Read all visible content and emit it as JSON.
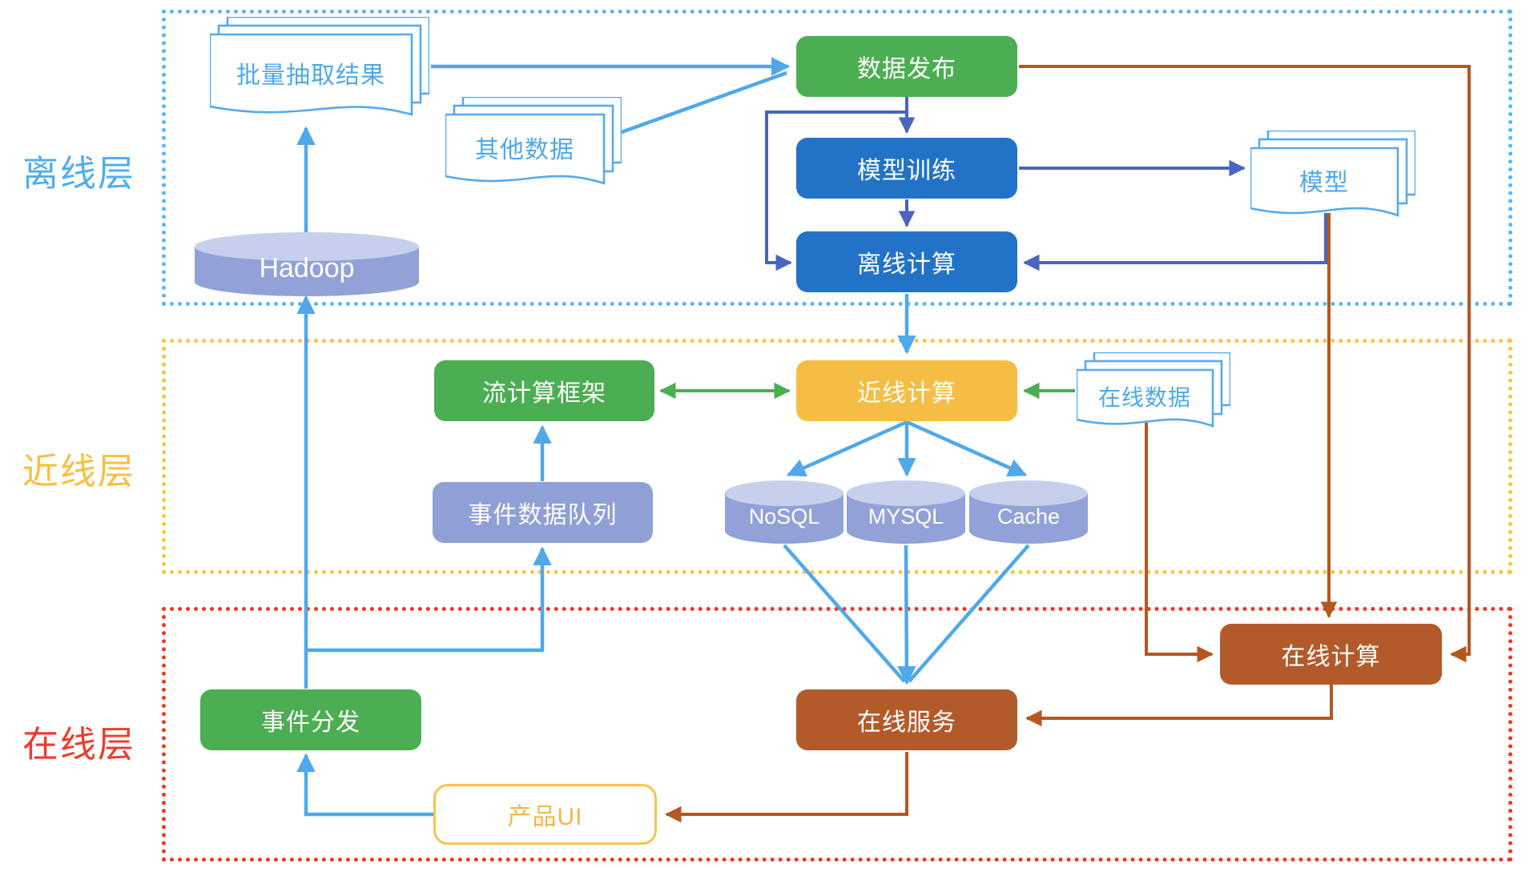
{
  "layers": {
    "offline": {
      "label": "离线层",
      "color": "#4FADEF"
    },
    "nearline": {
      "label": "近线层",
      "color": "#F9BE3F"
    },
    "online": {
      "label": "在线层",
      "color": "#EE3B2B"
    }
  },
  "nodes": {
    "batch_extract_result": "批量抽取结果",
    "other_data": "其他数据",
    "data_publish": "数据发布",
    "model_training": "模型训练",
    "offline_compute": "离线计算",
    "model": "模型",
    "hadoop": "Hadoop",
    "stream_framework": "流计算框架",
    "nearline_compute": "近线计算",
    "online_data": "在线数据",
    "event_queue": "事件数据队列",
    "nosql": "NoSQL",
    "mysql": "MYSQL",
    "cache": "Cache",
    "online_compute": "在线计算",
    "event_dispatch": "事件分发",
    "online_service": "在线服务",
    "product_ui": "产品UI"
  },
  "edges": [
    {
      "from": "Hadoop",
      "to": "批量抽取结果",
      "color": "light_blue"
    },
    {
      "from": "批量抽取结果",
      "to": "数据发布",
      "color": "light_blue"
    },
    {
      "from": "其他数据",
      "to": "数据发布",
      "color": "light_blue"
    },
    {
      "from": "数据发布",
      "to": "模型训练",
      "color": "dark_blue"
    },
    {
      "from": "数据发布",
      "to": "离线计算",
      "color": "dark_blue"
    },
    {
      "from": "模型训练",
      "to": "离线计算",
      "color": "dark_blue"
    },
    {
      "from": "模型训练",
      "to": "模型",
      "color": "dark_blue"
    },
    {
      "from": "模型",
      "to": "离线计算",
      "color": "dark_blue"
    },
    {
      "from": "离线计算",
      "to": "近线计算",
      "color": "light_blue"
    },
    {
      "from": "流计算框架",
      "to": "近线计算",
      "color": "green",
      "bidirectional": true
    },
    {
      "from": "在线数据",
      "to": "近线计算",
      "color": "green"
    },
    {
      "from": "近线计算",
      "to": "NoSQL",
      "color": "light_blue"
    },
    {
      "from": "近线计算",
      "to": "MYSQL",
      "color": "light_blue"
    },
    {
      "from": "近线计算",
      "to": "Cache",
      "color": "light_blue"
    },
    {
      "from": "NoSQL",
      "to": "在线服务",
      "color": "light_blue"
    },
    {
      "from": "MYSQL",
      "to": "在线服务",
      "color": "light_blue"
    },
    {
      "from": "Cache",
      "to": "在线服务",
      "color": "light_blue"
    },
    {
      "from": "数据发布",
      "to": "在线计算",
      "color": "orange"
    },
    {
      "from": "模型",
      "to": "在线计算",
      "color": "orange"
    },
    {
      "from": "在线数据",
      "to": "在线计算",
      "color": "orange"
    },
    {
      "from": "在线计算",
      "to": "在线服务",
      "color": "orange"
    },
    {
      "from": "在线服务",
      "to": "产品UI",
      "color": "orange"
    },
    {
      "from": "产品UI",
      "to": "事件分发",
      "color": "light_blue"
    },
    {
      "from": "事件分发",
      "to": "Hadoop",
      "color": "light_blue"
    },
    {
      "from": "事件分发",
      "to": "事件数据队列",
      "color": "light_blue"
    },
    {
      "from": "事件数据队列",
      "to": "流计算框架",
      "color": "light_blue"
    }
  ],
  "colors": {
    "light_blue": "#4FA8EA",
    "dark_blue": "#4A64C0",
    "green": "#4CAE52",
    "orange": "#B5571F",
    "box_green": "#4CAE52",
    "box_blue": "#2273C8",
    "box_yellow": "#F6BD45",
    "box_brown": "#B35A2B",
    "box_periwinkle": "#8FA0D6",
    "doc_stroke": "#55AAEE",
    "offline_border": "#57B6EF",
    "nearline_border": "#FAC33C",
    "online_border": "#EE3524"
  }
}
